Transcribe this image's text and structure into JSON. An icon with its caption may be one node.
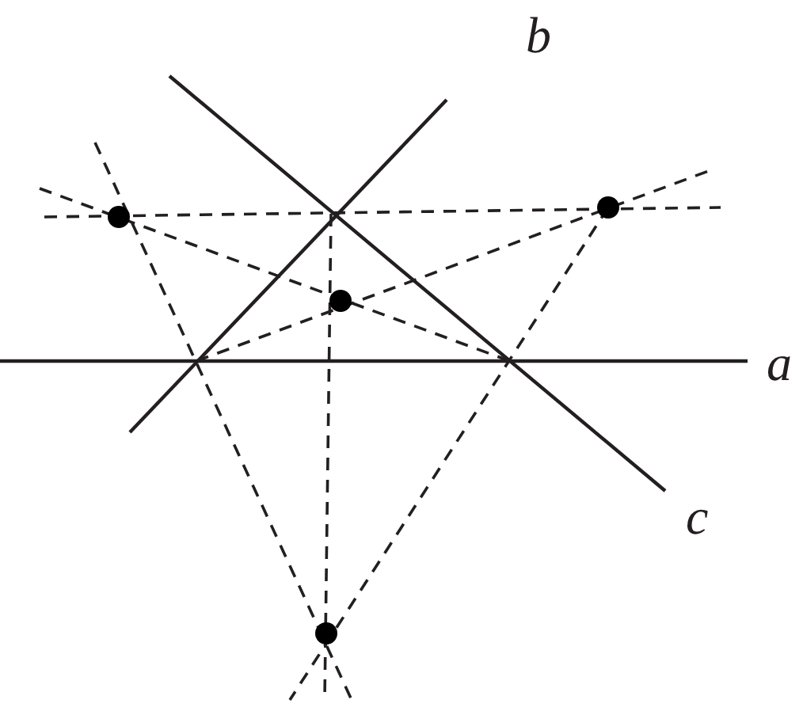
{
  "diagram": {
    "labels": [
      "b",
      "a",
      "c"
    ]
  }
}
